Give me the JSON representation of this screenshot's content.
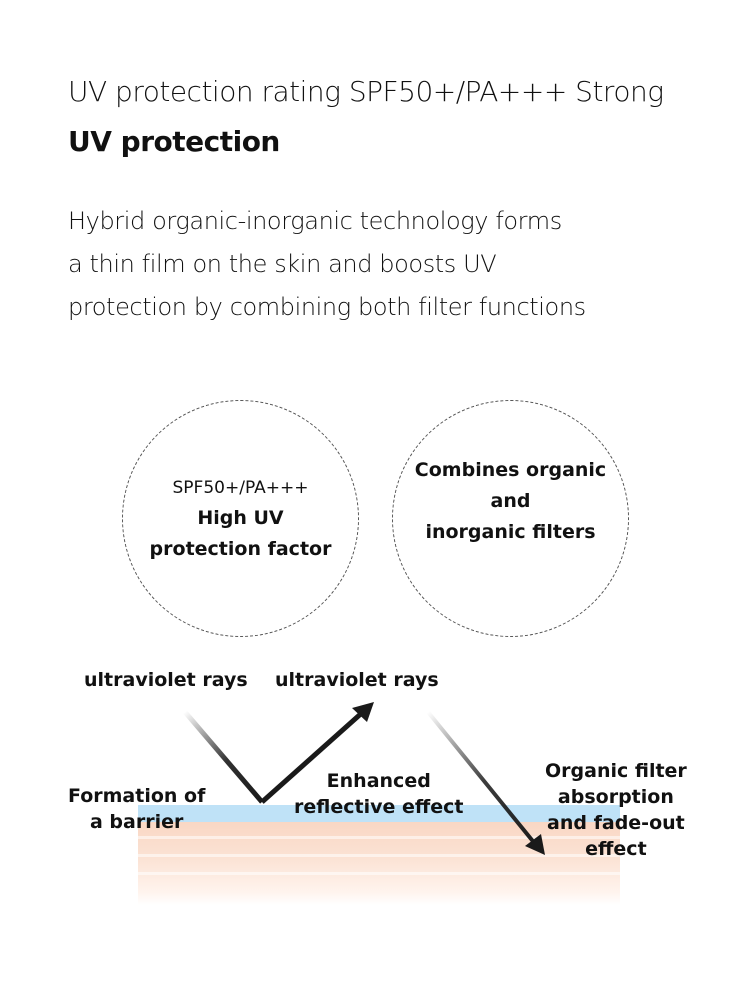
{
  "header": {
    "title": "UV protection rating SPF50+/PA+++ Strong",
    "subtitle": "UV protection"
  },
  "description": {
    "lines": [
      "Hybrid organic-inorganic technology forms",
      "a thin film on the skin and boosts UV",
      "protection by combining both filter functions"
    ]
  },
  "circles": [
    {
      "small": "SPF50+/PA+++",
      "bold_lines": [
        "High UV",
        "protection factor"
      ]
    },
    {
      "bold_lines": [
        "Combines organic",
        "and",
        "inorganic filters"
      ]
    }
  ],
  "diagram": {
    "ray_label_left": "ultraviolet rays",
    "ray_label_right": "ultraviolet rays",
    "barrier_label": [
      "Formation of",
      "a barrier"
    ],
    "reflect_label": [
      "Enhanced",
      "reflective effect"
    ],
    "absorb_label": [
      "Organic filter",
      "absorption",
      "and fade-out",
      "effect"
    ],
    "colors": {
      "barrier": "#bfe2f7",
      "skin": "#f9d7c4",
      "arrow": "#1a1a1a"
    }
  }
}
